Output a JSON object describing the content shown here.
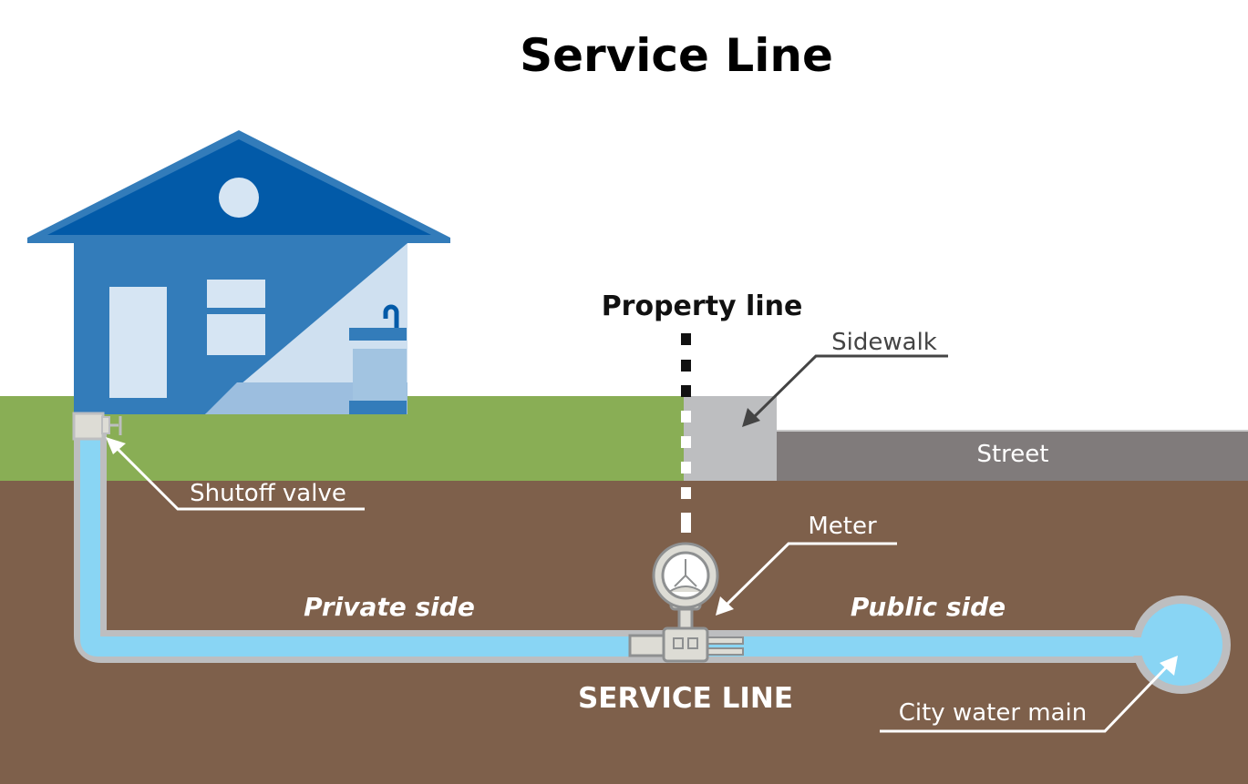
{
  "title": "Service Line",
  "labels": {
    "property_line": "Property line",
    "sidewalk": "Sidewalk",
    "street": "Street",
    "shutoff_valve": "Shutoff valve",
    "meter": "Meter",
    "private_side": "Private side",
    "public_side": "Public side",
    "service_line": "SERVICE LINE",
    "city_water_main": "City water main"
  },
  "colors": {
    "roof": "#025aa8",
    "roof_trim": "#337cba",
    "wall": "#337cba",
    "wall_light": "#cfe0f0",
    "window": "#d6e5f3",
    "floor_light": "#9cbedf",
    "grass": "#89ae55",
    "soil": "#7e604b",
    "sidewalk": "#bdbec0",
    "street": "#807b7b",
    "pipe_border": "#bdbec0",
    "water": "#89d5f4",
    "meter_body": "#dddcd5",
    "meter_stroke": "#8e9091"
  }
}
